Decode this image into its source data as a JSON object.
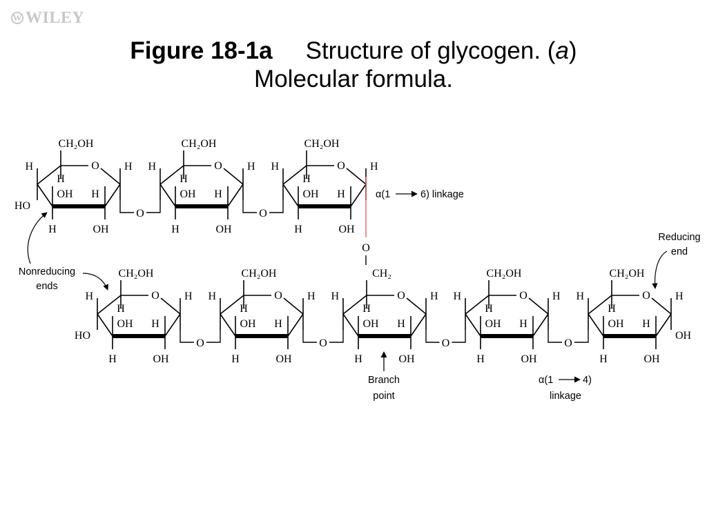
{
  "logo": {
    "mark": "W",
    "text": "WILEY"
  },
  "title": {
    "figure_label": "Figure 18-1a",
    "text_before_italic": "Structure of glycogen. (",
    "italic": "a",
    "text_after_italic": ")",
    "line2": "Molecular formula."
  },
  "ring_labels": {
    "ch2oh": "CH₂OH",
    "ch2": "CH₂",
    "ring_o": "O",
    "h": "H",
    "oh": "OH",
    "ho": "HO",
    "bridge_o": "O"
  },
  "annotations": {
    "alpha16_prefix": "α(1",
    "alpha16_suffix": "6) linkage",
    "alpha14_prefix": "α(1",
    "alpha14_suffix": "4)",
    "alpha14_line2": "linkage",
    "branch_line1": "Branch",
    "branch_line2": "point",
    "nonreducing_line1": "Nonreducing",
    "nonreducing_line2": "ends",
    "reducing_line1": "Reducing",
    "reducing_line2": "end"
  },
  "colors": {
    "linkage_line": "#e06060",
    "logo": "#c8c8c8"
  }
}
